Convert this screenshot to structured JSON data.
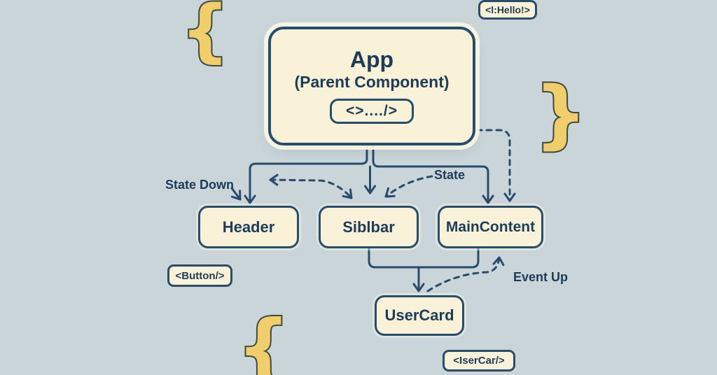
{
  "colors": {
    "background": "#c9d5d9",
    "box_fill": "#f9f2d8",
    "line_and_border": "#2a4c6b",
    "text": "#1e3c58",
    "brace_fill": "#f1cd6c",
    "brace_outline": "#3c4a3e"
  },
  "diagram": {
    "app": {
      "title": "App",
      "subtitle": "(Parent Component)",
      "code": "<>..../>"
    },
    "children": [
      {
        "label": "Header"
      },
      {
        "label": "Siblbar"
      },
      {
        "label": "MainContent"
      }
    ],
    "user_card": {
      "label": "UserCard"
    },
    "flow_labels": {
      "state_down": "State Down",
      "state": "State",
      "event_up": "Event Up"
    },
    "code_badges": {
      "top_right": "<l:Hello!>",
      "left": "<Button/>",
      "bottom": "<IserCar/>"
    },
    "braces": {
      "top_left": "{",
      "right": "}",
      "bottom_left": "{"
    }
  }
}
